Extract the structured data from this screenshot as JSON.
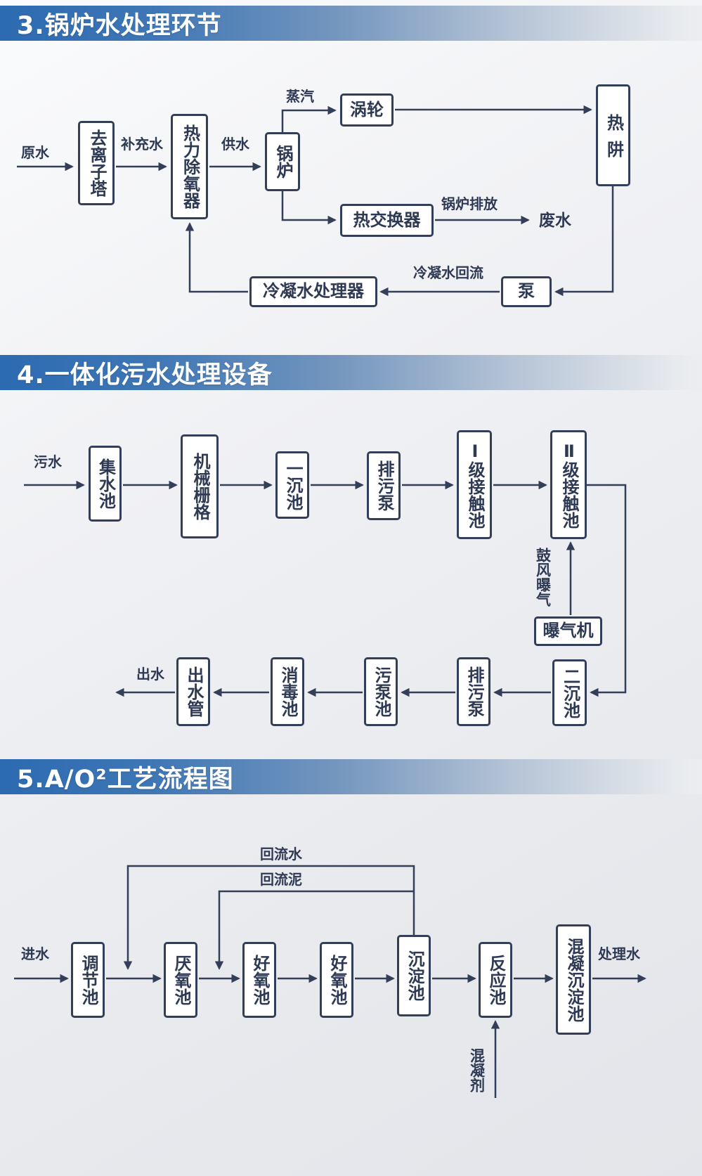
{
  "colors": {
    "header_blue": "#2c6ab1",
    "line_navy": "#333f58",
    "box_fill": "#ffffff",
    "page_bg": "#eceef1"
  },
  "section_boiler": {
    "title": "3.锅炉水处理环节",
    "nodes": {
      "deionization_tower": "去离子塔",
      "thermal_deaerator": "热力除氧器",
      "boiler": "锅炉",
      "turbine": "涡轮",
      "heat_sink": "热阱",
      "heat_exchanger": "热交换器",
      "pump": "泵",
      "condensate_processor": "冷凝水处理器"
    },
    "labels": {
      "raw_water": "原水",
      "makeup_water": "补充水",
      "water_supply": "供水",
      "steam": "蒸汽",
      "boiler_discharge": "锅炉排放",
      "waste_water": "废水",
      "condensate_return": "冷凝水回流"
    }
  },
  "section_integrated": {
    "title": "4.一体化污水处理设备",
    "nodes": {
      "collection_pool": "集水池",
      "mechanical_grid": "机械栅格",
      "primary_sedimentation": "一沉池",
      "sewage_pump_1": "排污泵",
      "contact_pool_1": "Ⅰ级接触池",
      "contact_pool_2": "Ⅱ级接触池",
      "aerator": "曝气机",
      "secondary_sedimentation": "二沉池",
      "sewage_pump_2": "排污泵",
      "sludge_pump_pool": "污泵池",
      "disinfection_pool": "消毒池",
      "outlet_pipe": "出水管"
    },
    "labels": {
      "sewage_in": "污水",
      "blast_aeration": "鼓风曝气",
      "water_out": "出水"
    }
  },
  "section_ao2": {
    "title": "5.A/O²工艺流程图",
    "nodes": {
      "regulating_pool": "调节池",
      "anaerobic_pool": "厌氧池",
      "aerobic_pool_1": "好氧池",
      "aerobic_pool_2": "好氧池",
      "sedimentation_pool": "沉淀池",
      "reaction_pool": "反应池",
      "coagulation_sedimentation_pool": "混凝沉淀池"
    },
    "labels": {
      "inlet": "进水",
      "return_water": "回流水",
      "return_sludge": "回流泥",
      "treated_water": "处理水",
      "coagulant": "混凝剂"
    }
  }
}
